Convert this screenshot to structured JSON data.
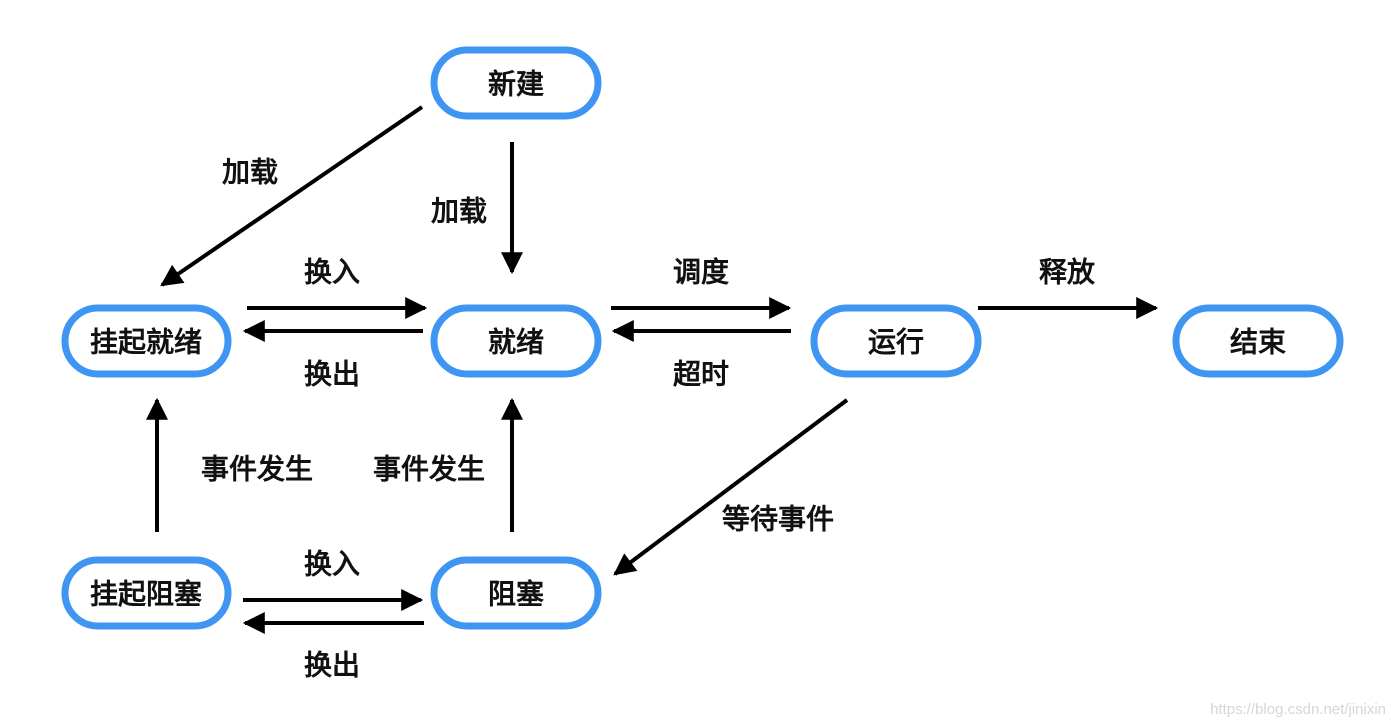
{
  "nodes": {
    "new": "新建",
    "ready": "就绪",
    "running": "运行",
    "end": "结束",
    "suspend_ready": "挂起就绪",
    "blocked": "阻塞",
    "suspend_blocked": "挂起阻塞"
  },
  "edges": {
    "new_to_suspend_ready": "加载",
    "new_to_ready": "加载",
    "suspend_ready_to_ready": "换入",
    "ready_to_suspend_ready": "换出",
    "ready_to_running": "调度",
    "running_to_ready": "超时",
    "running_to_end": "释放",
    "suspend_blocked_to_suspend_ready": "事件发生",
    "blocked_to_ready": "事件发生",
    "running_to_blocked": "等待事件",
    "suspend_blocked_to_blocked": "换入",
    "blocked_to_suspend_blocked": "换出"
  },
  "colors": {
    "node_border": "#3f96f2",
    "arrow": "#000000"
  },
  "watermark": "https://blog.csdn.net/jinixin"
}
